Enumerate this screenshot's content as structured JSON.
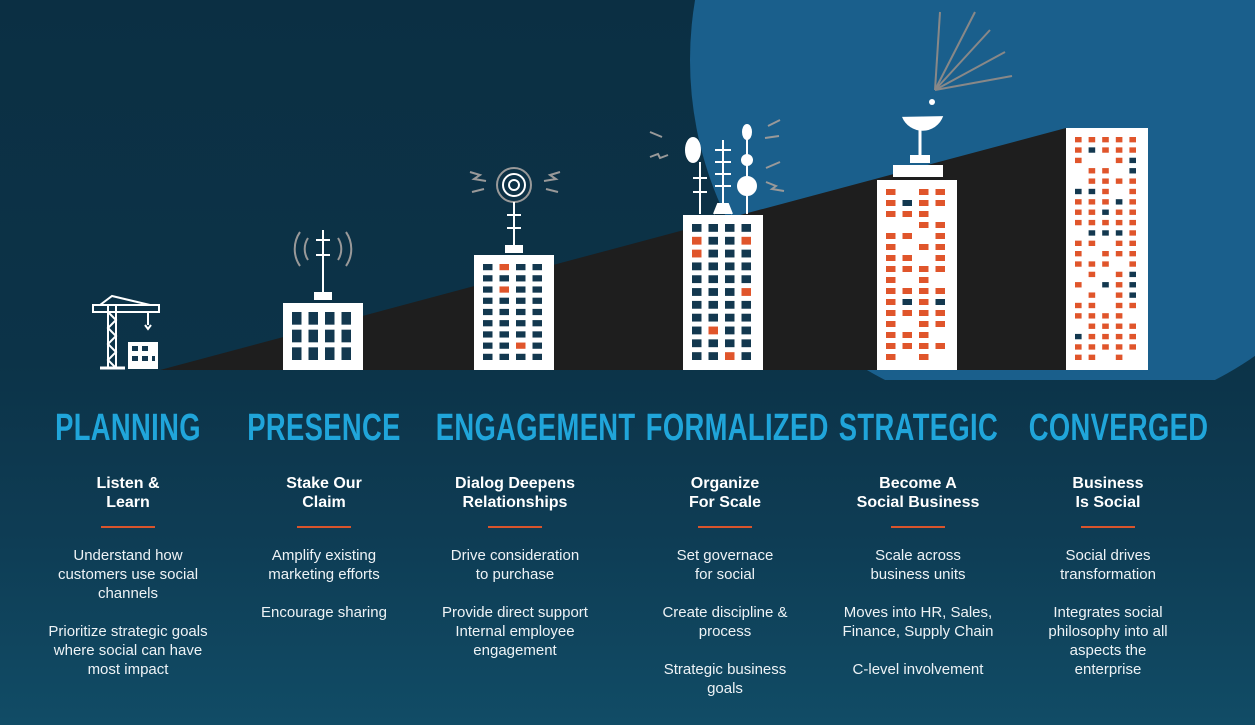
{
  "colors": {
    "title": "#20a5da",
    "rule": "#d9542c",
    "window": "#13384f",
    "window_accent": "#e0552b",
    "building": "#ffffff",
    "ramp": "#1e1e1e",
    "sky_circle": "#1a5f8c"
  },
  "stages": [
    {
      "title": "PLANNING",
      "subtitle": [
        "Listen &",
        "Learn"
      ],
      "points": [
        [
          "Understand how",
          "customers use social",
          "channels"
        ],
        [
          "Prioritize strategic goals",
          "where social can have",
          "most impact"
        ]
      ]
    },
    {
      "title": "PRESENCE",
      "subtitle": [
        "Stake Our",
        "Claim"
      ],
      "points": [
        [
          "Amplify existing",
          "marketing efforts"
        ],
        [
          "Encourage sharing"
        ]
      ]
    },
    {
      "title": "ENGAGEMENT",
      "subtitle": [
        "Dialog Deepens",
        "Relationships"
      ],
      "points": [
        [
          "Drive consideration",
          "to purchase"
        ],
        [
          "Provide direct support",
          "Internal employee",
          "engagement"
        ]
      ]
    },
    {
      "title": "FORMALIZED",
      "subtitle": [
        "Organize",
        "For Scale"
      ],
      "points": [
        [
          "Set governace",
          "for social"
        ],
        [
          "Create discipline &",
          "process"
        ],
        [
          "Strategic business",
          "goals"
        ]
      ]
    },
    {
      "title": "STRATEGIC",
      "subtitle": [
        "Become A",
        "Social Business"
      ],
      "points": [
        [
          "Scale across",
          "business units"
        ],
        [
          "Moves into HR, Sales,",
          "Finance, Supply Chain"
        ],
        [
          "C-level involvement"
        ]
      ]
    },
    {
      "title": "CONVERGED",
      "subtitle": [
        "Business",
        "Is Social"
      ],
      "points": [
        [
          "Social drives",
          "transformation"
        ],
        [
          "Integrates social",
          "philosophy into all",
          "aspects the",
          "enterprise"
        ]
      ]
    }
  ]
}
